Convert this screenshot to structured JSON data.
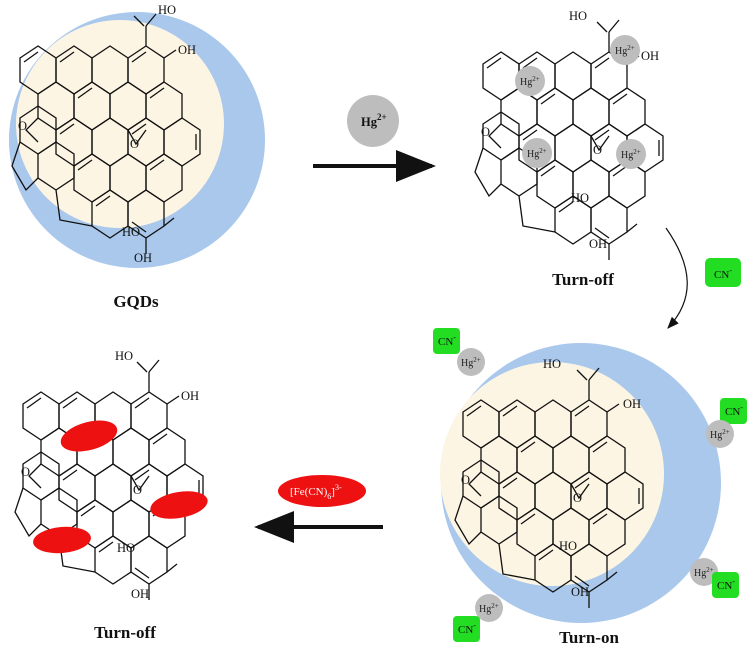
{
  "captions": {
    "gqds": "GQDs",
    "turn_off_1": "Turn-off",
    "turn_on": "Turn-on",
    "turn_off_2": "Turn-off"
  },
  "reagents": {
    "hg": "Hg",
    "hg_sup": "2+",
    "cn": "CN",
    "cn_sup": "-",
    "fe_a": "[Fe(CN)",
    "fe_sub": "6",
    "fe_b": "]",
    "fe_sup": "3-"
  },
  "groups": {
    "oh": "OH",
    "ho": "HO",
    "hooc": "HO",
    "o": "O"
  },
  "colors": {
    "halo_blue": "#a9c8ec",
    "core_cream": "#fdf5e4",
    "hg_gray": "#bdbdbd",
    "cn_green": "#22dd22",
    "fe_red": "#ee1111",
    "ink": "#111111"
  }
}
